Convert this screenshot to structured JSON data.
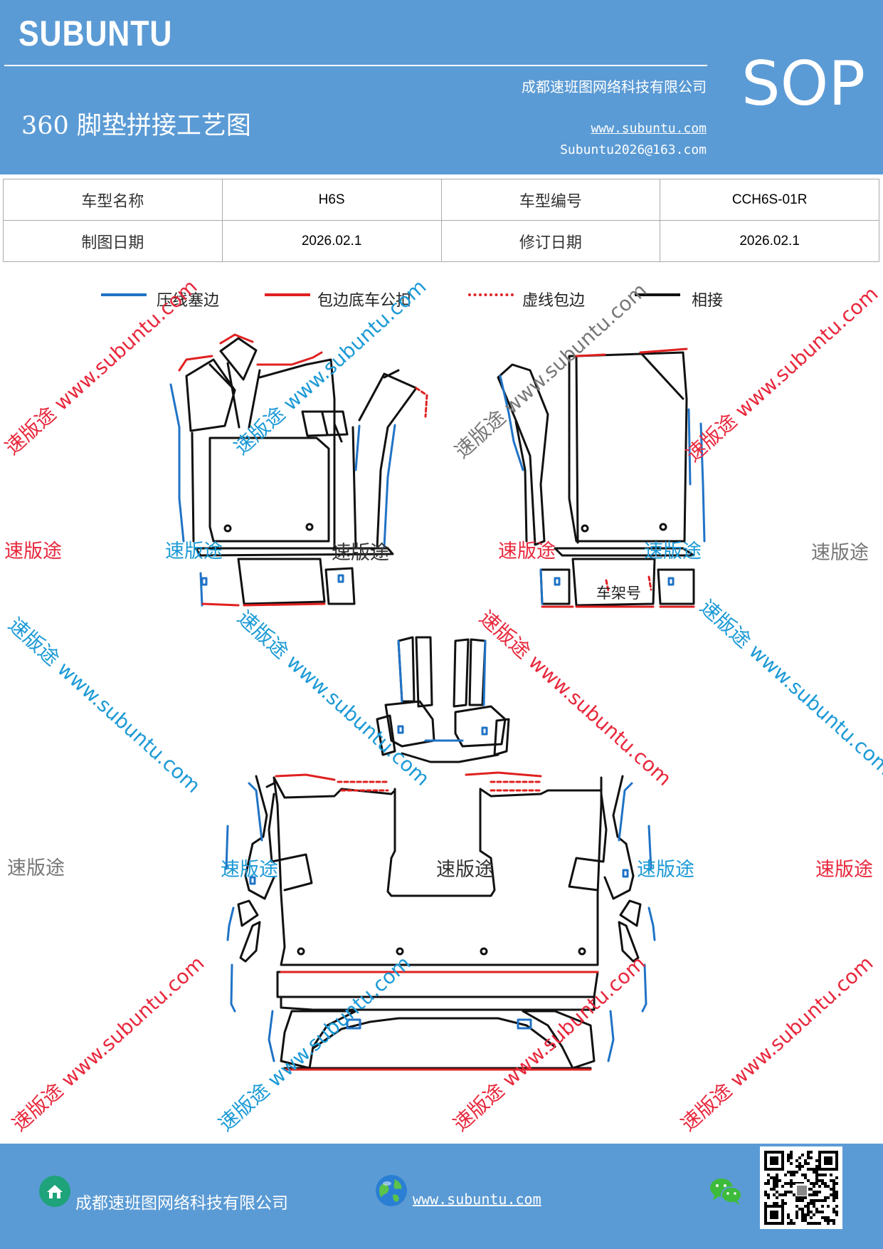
{
  "header": {
    "brand": "SUBUNTU",
    "title": "360 脚垫拼接工艺图",
    "company": "成都速班图网络科技有限公司",
    "website": "www.subuntu.com",
    "email": "Subuntu2026@163.com",
    "badge": "SOP"
  },
  "info_table": {
    "rows": [
      {
        "label1": "车型名称",
        "value1": "H6S",
        "label2": "车型编号",
        "value2": "CCH6S-01R"
      },
      {
        "label1": "制图日期",
        "value1": "2026.02.1",
        "label2": "修订日期",
        "value2": "2026.02.1"
      }
    ]
  },
  "legend": [
    {
      "label": "压线塞边",
      "color": "#1f73c6",
      "style": "solid"
    },
    {
      "label": "包边底车公扣",
      "color": "#e02020",
      "style": "solid"
    },
    {
      "label": "虚线包边",
      "color": "#e02020",
      "style": "dashed"
    },
    {
      "label": "相接",
      "color": "#111111",
      "style": "solid"
    }
  ],
  "drawing": {
    "frame_label": "车架号",
    "colors": {
      "outline": "#111111",
      "tuck": "#1f73c6",
      "wrap": "#e02020"
    }
  },
  "watermarks": {
    "brand_word": "速版途",
    "url": "www.subuntu.com",
    "colors": {
      "red": "#e8283c",
      "blue": "#1c9ad6",
      "gray": "#777777"
    }
  },
  "footer": {
    "company": "成都速班图网络科技有限公司",
    "website": "www.subuntu.com",
    "icons": [
      "home-icon",
      "globe-icon",
      "wechat-icon",
      "qr-code"
    ]
  }
}
